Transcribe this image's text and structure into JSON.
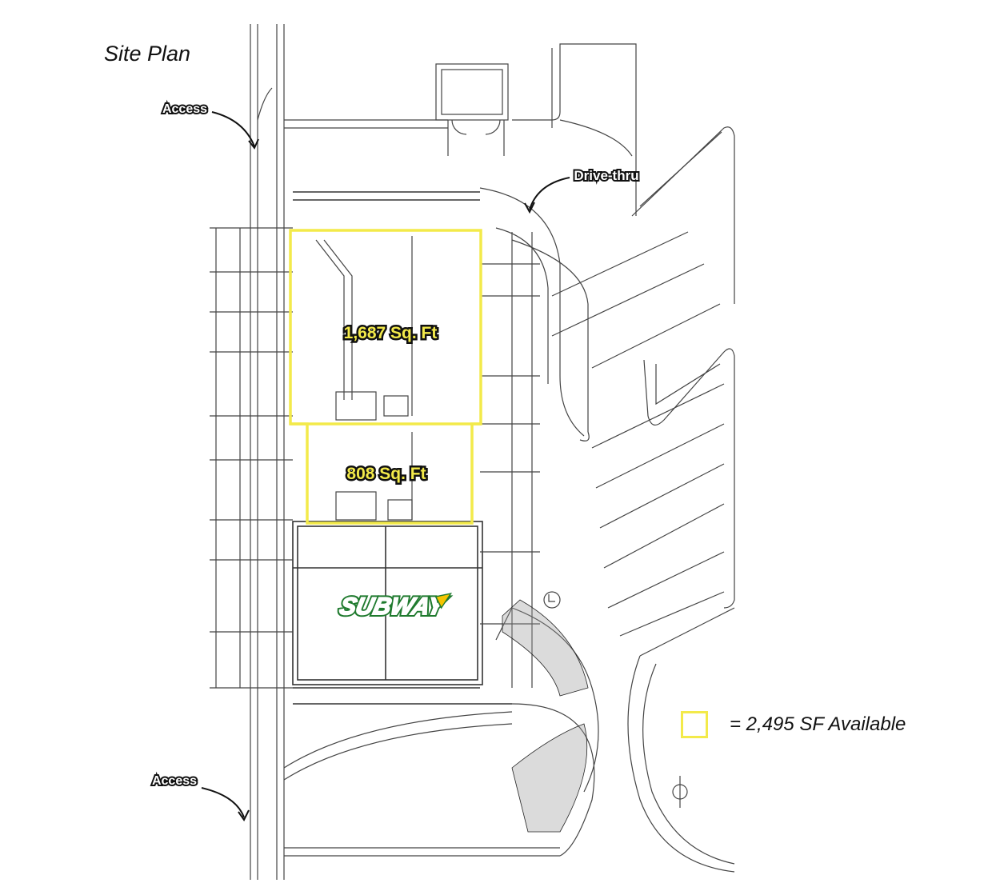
{
  "title": "Site Plan",
  "labels": {
    "access_top": "Access",
    "access_bottom": "Access",
    "drive_thru": "Drive-thru",
    "suite_large": "1,687 Sq. Ft",
    "suite_small": "808 Sq. Ft",
    "tenant_logo": "SUBWAY"
  },
  "legend": {
    "text": "= 2,495 SF Available",
    "color": "#f3ea4a"
  },
  "colors": {
    "highlight": "#f3ea4a",
    "linework": "#333333",
    "subway_green": "#1f7a2e",
    "subway_yellow": "#f5c400"
  }
}
